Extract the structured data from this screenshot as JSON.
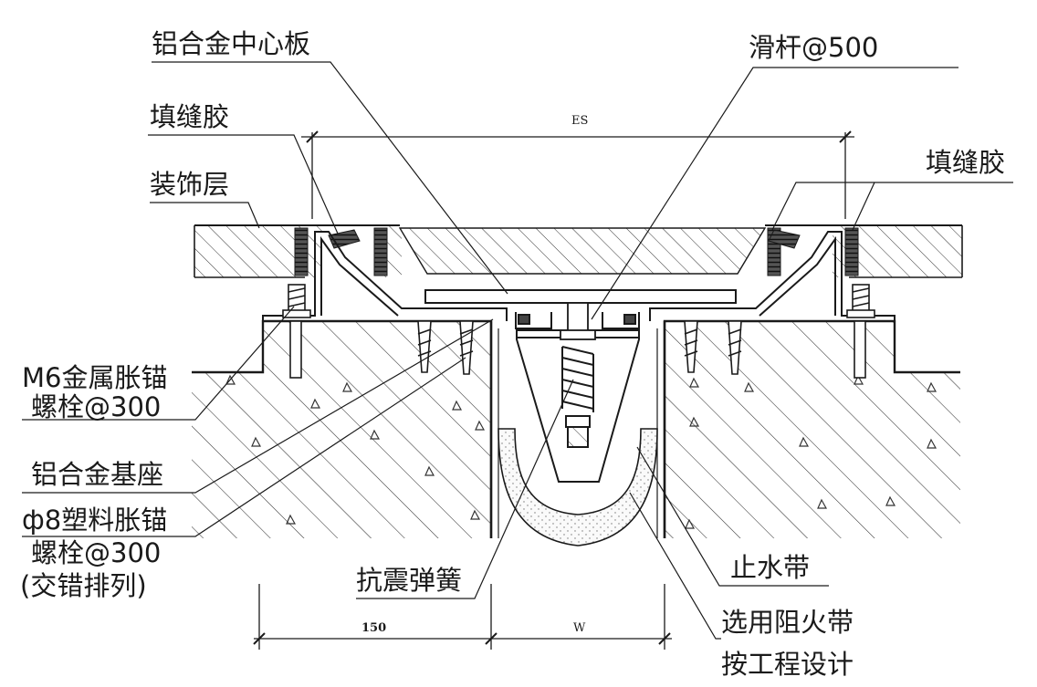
{
  "diagram": {
    "labels": {
      "center_plate": "铝合金中心板",
      "slide_bar": "滑杆@500",
      "sealant_left": "填缝胶",
      "sealant_right": "填缝胶",
      "finish_layer": "装饰层",
      "metal_anchor_1": "M6金属胀锚",
      "metal_anchor_2": "螺栓@300",
      "alu_base": "铝合金基座",
      "plastic_anchor_1": "ф8塑料胀锚",
      "plastic_anchor_2": "螺栓@300",
      "plastic_anchor_3": "(交错排列)",
      "spring": "抗震弹簧",
      "waterstop": "止水带",
      "fire_band_1": "选用阻火带",
      "fire_band_2": "按工程设计"
    },
    "dimensions": {
      "es": "ES",
      "base_width": "150",
      "gap_width": "W"
    },
    "colors": {
      "line": "#1a1a1a",
      "background": "#ffffff"
    }
  }
}
